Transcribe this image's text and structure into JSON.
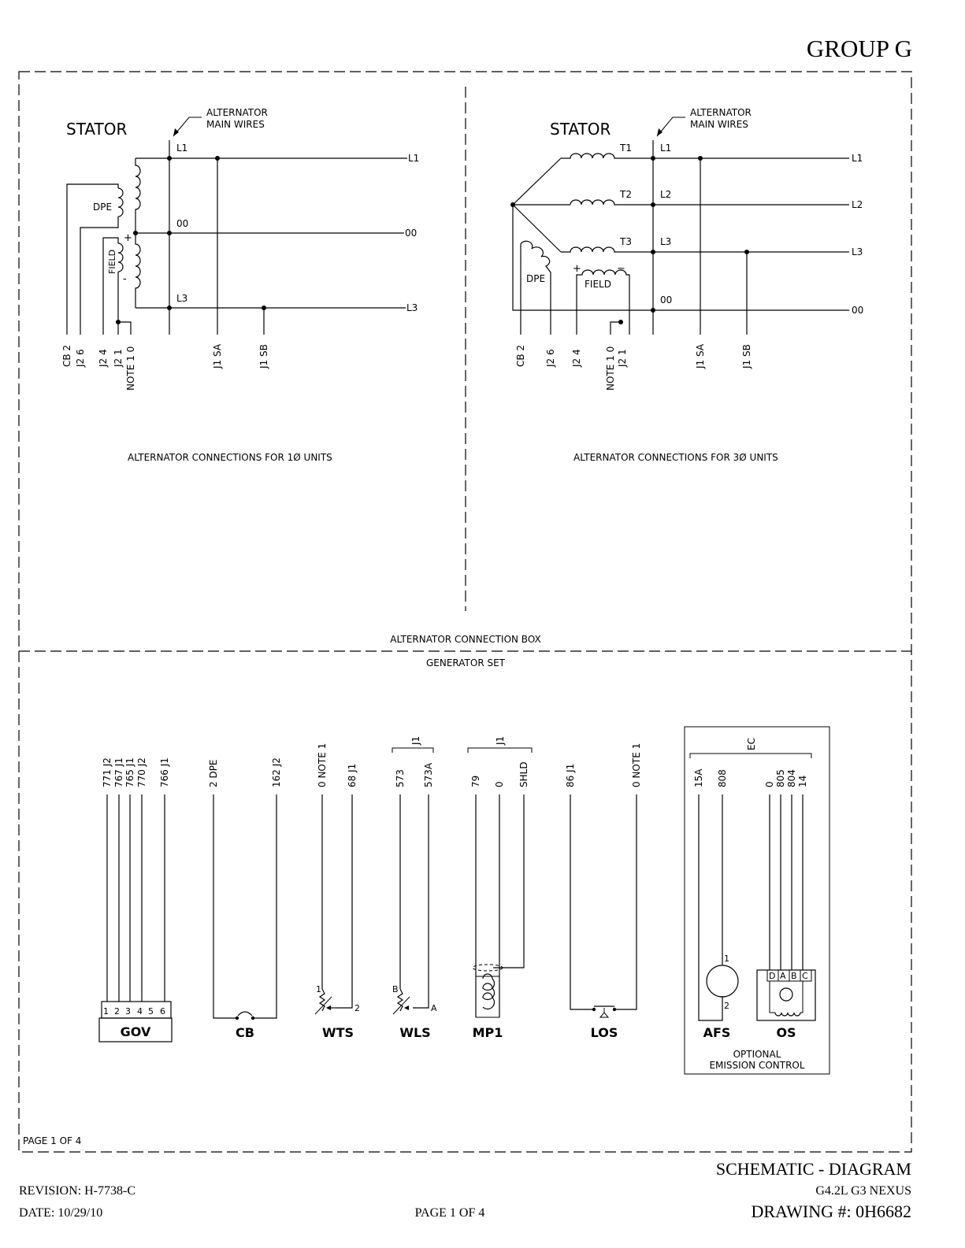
{
  "header": {
    "group": "GROUP G"
  },
  "single_phase": {
    "stator": "STATOR",
    "main_wires": [
      "ALTERNATOR",
      "MAIN WIRES"
    ],
    "dpe": "DPE",
    "field": "FIELD",
    "plus": "+",
    "minus": "-",
    "node_labels": [
      "L1",
      "00",
      "L3"
    ],
    "outputs": [
      "L1",
      "00",
      "L3"
    ],
    "terminals": [
      "CB 2",
      "J2 6",
      "J2 4",
      "J2 1",
      "NOTE 1 0",
      "J1 SA",
      "J1 SB"
    ],
    "caption": "ALTERNATOR CONNECTIONS FOR 1Ø UNITS"
  },
  "three_phase": {
    "stator": "STATOR",
    "main_wires": [
      "ALTERNATOR",
      "MAIN WIRES"
    ],
    "windings": [
      "T1",
      "T2",
      "T3"
    ],
    "node_labels": [
      "L1",
      "L2",
      "L3",
      "00"
    ],
    "outputs": [
      "L1",
      "L2",
      "L3",
      "00"
    ],
    "dpe": "DPE",
    "field": "FIELD",
    "plus": "+",
    "minus": "−",
    "terminals": [
      "CB 2",
      "J2 6",
      "J2 4",
      "NOTE 1 0",
      "J2 1",
      "J1 SA",
      "J1 SB"
    ],
    "caption": "ALTERNATOR CONNECTIONS FOR 3Ø UNITS"
  },
  "sections": {
    "connection_box": "ALTERNATOR CONNECTION BOX",
    "generator_set": "GENERATOR SET"
  },
  "components": {
    "gov": {
      "label": "GOV",
      "wires": [
        "771 J2",
        "767 J1",
        "765 J1",
        "770 J2",
        "766 J1"
      ],
      "pins": [
        "1",
        "2",
        "3",
        "4",
        "5",
        "6"
      ]
    },
    "cb": {
      "label": "CB",
      "wires": [
        "2 DPE",
        "162 J2"
      ]
    },
    "wts": {
      "label": "WTS",
      "wires": [
        "0 NOTE 1",
        "68 J1"
      ],
      "pins": [
        "1",
        "2"
      ]
    },
    "wls": {
      "label": "WLS",
      "connector": "J1",
      "wires": [
        "573",
        "573A"
      ],
      "pins": [
        "B",
        "A"
      ]
    },
    "mp1": {
      "label": "MP1",
      "connector": "J1",
      "wires": [
        "79",
        "0",
        "SHLD"
      ]
    },
    "los": {
      "label": "LOS",
      "wires": [
        "86 J1",
        "0 NOTE 1"
      ]
    },
    "ec": {
      "connector": "EC",
      "afs": {
        "label": "AFS",
        "wires": [
          "15A",
          "808"
        ],
        "pins": [
          "1",
          "2"
        ]
      },
      "os": {
        "label": "OS",
        "wires": [
          "0",
          "805",
          "804",
          "14"
        ],
        "pins": [
          "D",
          "A",
          "B",
          "C"
        ]
      },
      "caption": [
        "OPTIONAL",
        "EMISSION CONTROL"
      ]
    }
  },
  "page_note": "PAGE 1 OF 4",
  "footer": {
    "title": "SCHEMATIC - DIAGRAM",
    "model": "G4.2L G3 NEXUS",
    "revision": "REVISION: H-7738-C",
    "date": "DATE: 10/29/10",
    "page": "PAGE 1 OF 4",
    "drawing": "DRAWING #: 0H6682"
  }
}
